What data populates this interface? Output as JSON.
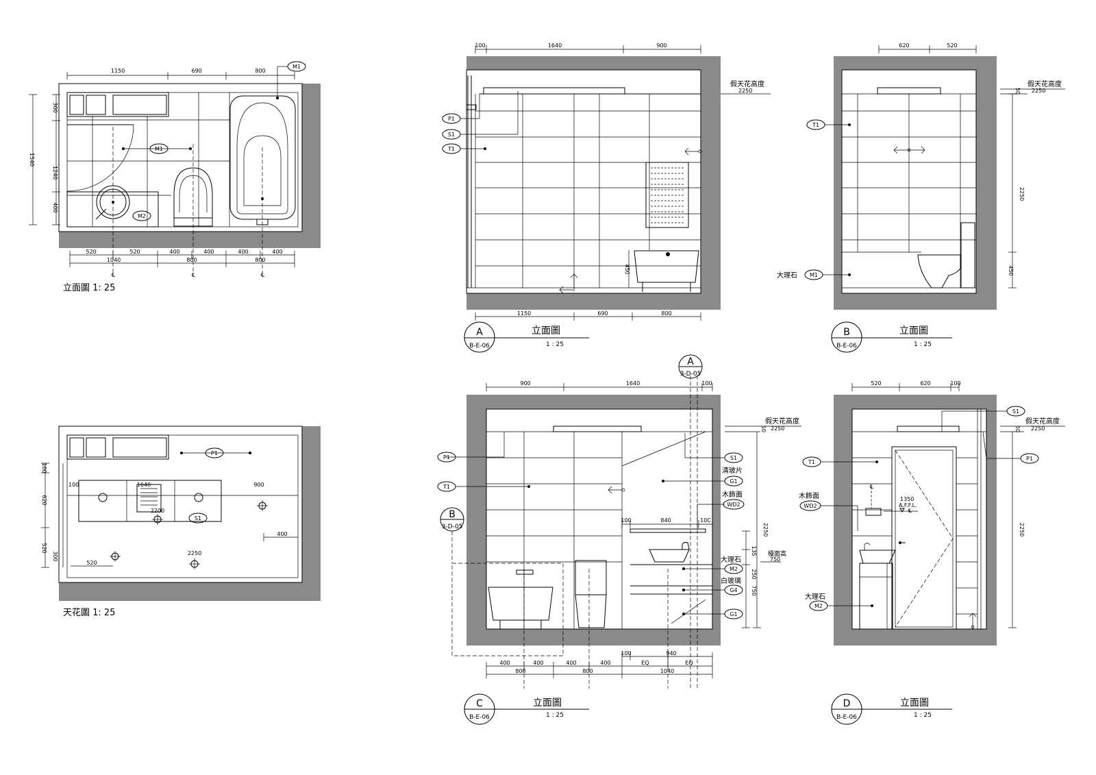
{
  "plan": {
    "caption": "立面圖 1:  25",
    "top_dims": [
      "1150",
      "690",
      "800"
    ],
    "left_dims": [
      "300",
      "1540",
      "1240",
      "400"
    ],
    "bottom_dims1": [
      "520",
      "520",
      "400",
      "400",
      "400",
      "400"
    ],
    "bottom_dims2": [
      "1040",
      "800",
      "800"
    ],
    "tags": {
      "m1_a": "M1",
      "m1_b": "M1",
      "m2": "M2"
    },
    "cl": "℄"
  },
  "ceiling": {
    "caption": "天花圖 1:  25",
    "left_dims": [
      "100",
      "620",
      "520",
      "300"
    ],
    "inner_dims": {
      "d100": "100",
      "d1640": "1640",
      "d900": "900",
      "d2200": "2200",
      "d2250": "2250",
      "d400": "400",
      "d520": "520"
    },
    "tags": {
      "p1": "P1",
      "s1": "S1"
    }
  },
  "elev_a": {
    "letter": "A",
    "ref": "B-E-06",
    "title": "立面圖",
    "scale": "1 :  25",
    "top_dims": [
      "100",
      "1640",
      "900"
    ],
    "bottom_dims": [
      "1150",
      "690",
      "800"
    ],
    "ceiling_label": "假天花高度",
    "ceiling_val": "2250",
    "d450": "450",
    "tags": {
      "p1": "P1",
      "s1": "S1",
      "t1": "T1"
    }
  },
  "elev_b": {
    "letter": "B",
    "ref": "B-E-06",
    "title": "立面圖",
    "scale": "1 :  25",
    "top_dims": [
      "620",
      "520"
    ],
    "ceiling_label": "假天花高度",
    "ceiling_val": "2250",
    "d50": "50",
    "right_dims": {
      "h2250": "2250",
      "h450": "450"
    },
    "marble": "大理石",
    "tags": {
      "t1": "T1",
      "m1": "M1"
    }
  },
  "elev_c": {
    "letter": "C",
    "ref": "B-E-06",
    "title": "立面圖",
    "scale": "1 :  25",
    "top_dims": [
      "900",
      "1640",
      "100"
    ],
    "section_a": {
      "letter": "A",
      "ref": "3-D-05"
    },
    "section_b": {
      "letter": "B",
      "ref": "3-D-05"
    },
    "ceiling_label": "假天花高度",
    "ceiling_val": "2250",
    "d50": "50",
    "inner_dims": {
      "d100": "100",
      "d840": "840",
      "d10c": "10C"
    },
    "right_dims": {
      "h2250": "2250",
      "h135": "135",
      "h250": "250",
      "h750": "750"
    },
    "counter_label": "檯面高",
    "counter_val": "750",
    "bottom_dims1": [
      "400",
      "400",
      "400",
      "400",
      "100",
      "EQ",
      "EQ",
      "940"
    ],
    "bottom_dims2": [
      "800",
      "800",
      "1040"
    ],
    "labels": {
      "clear_glass": "清玻片",
      "wood": "木飾面",
      "marble": "大理石",
      "white_glass": "白玻璃"
    },
    "tags": {
      "p1": "P1",
      "t1": "T1",
      "s1": "S1",
      "g1a": "G1",
      "wd2": "WD2",
      "m2": "M2",
      "g4": "G4",
      "g1b": "G1"
    }
  },
  "elev_d": {
    "letter": "D",
    "ref": "B-E-06",
    "title": "立面圖",
    "scale": "1 :  25",
    "top_dims": [
      "520",
      "620",
      "100"
    ],
    "ceiling_label": "假天花高度",
    "ceiling_val": "2250",
    "d50": "50",
    "right_dims": {
      "h2250": "2250"
    },
    "switch_h": "1350",
    "switch_ref": "A.F.F.L.",
    "labels": {
      "wood": "木飾面",
      "marble": "大理石"
    },
    "tags": {
      "s1": "S1",
      "t1": "T1",
      "p1": "P1",
      "wd2": "WD2",
      "m2": "M2"
    }
  }
}
